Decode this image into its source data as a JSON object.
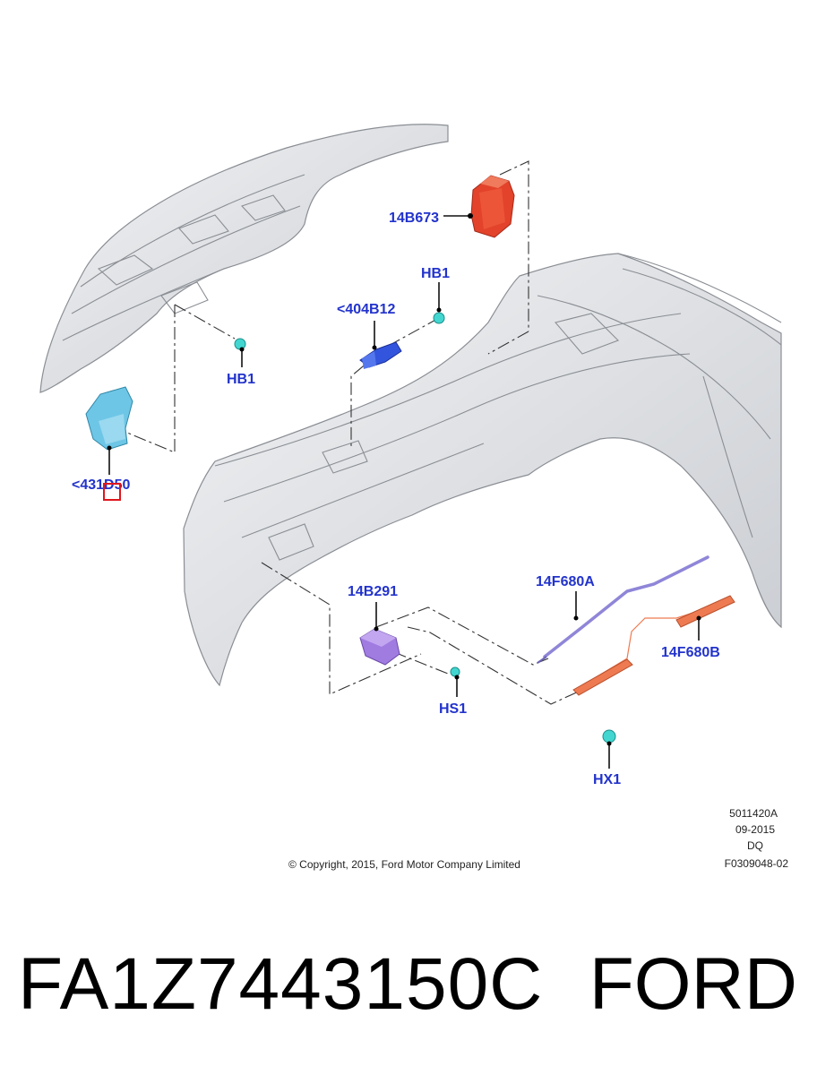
{
  "callouts": {
    "c_14b673": "14B673",
    "c_hb1_upper": "HB1",
    "c_404b12": "<404B12",
    "c_hb1_left": "HB1",
    "c_431d50": "<431D50",
    "c_14b291": "14B291",
    "c_14f680a": "14F680A",
    "c_14f680b": "14F680B",
    "c_hs1": "HS1",
    "c_hx1": "HX1"
  },
  "meta": {
    "code1": "5011420A",
    "date": "09-2015",
    "initials": "DQ",
    "ref": "F0309048-02",
    "copyright": "© Copyright, 2015, Ford Motor Company Limited"
  },
  "banner": {
    "part_number": "FA1Z7443150C",
    "brand": "FORD"
  },
  "colors": {
    "callout_text": "#2233cc",
    "module_14B673": "#e2432a",
    "module_404B12": "#3355dd",
    "module_431D50": "#6ec6e6",
    "module_14B291": "#a07be0",
    "cable_14F680A": "#8f86d8",
    "cable_14F680B": "#ee7a52",
    "fastener": "#43d6d0",
    "highlight_box": "#e0161b"
  }
}
